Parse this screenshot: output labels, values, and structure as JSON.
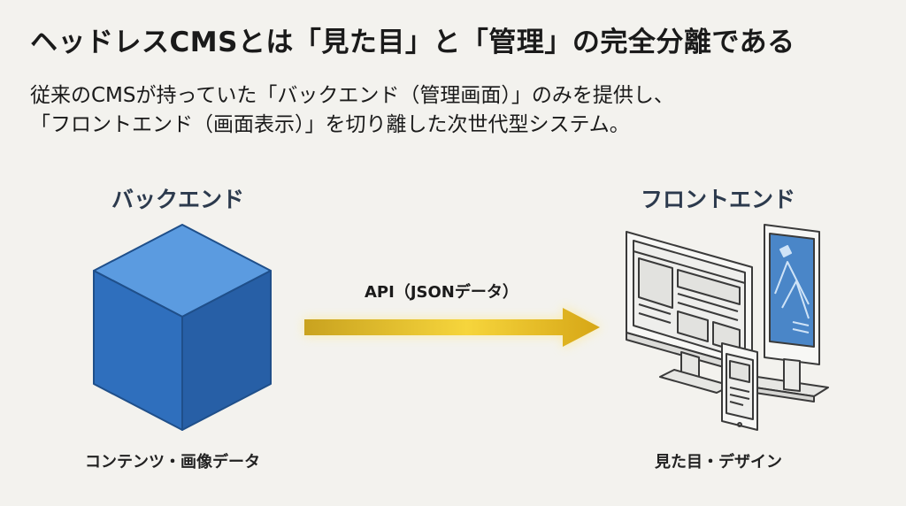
{
  "title": "ヘッドレスCMSとは「見た目」と「管理」の完全分離である",
  "description": {
    "line1": "従来のCMSが持っていた「バックエンド（管理画面）」のみを提供し、",
    "line2": "「フロントエンド（画面表示）」を切り離した次世代型システム。"
  },
  "backend": {
    "heading": "バックエンド",
    "caption": "コンテンツ・画像データ",
    "icon": "cube-icon",
    "color": "#3a78c4"
  },
  "connector": {
    "label": "API（JSONデータ）",
    "icon": "arrow-right-icon",
    "color": "#e0b21c"
  },
  "frontend": {
    "heading": "フロントエンド",
    "caption": "見た目・デザイン",
    "icons": [
      "desktop-monitor-icon",
      "kiosk-tablet-icon",
      "smartphone-icon"
    ]
  }
}
